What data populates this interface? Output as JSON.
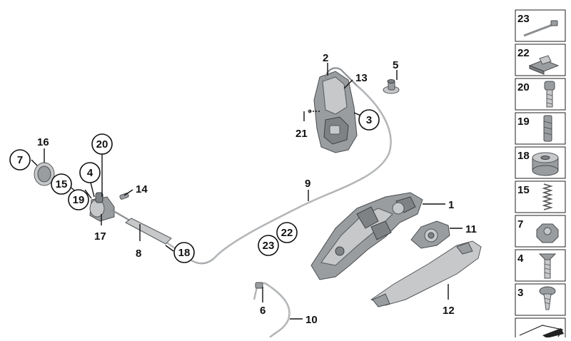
{
  "callouts": {
    "c1": "1",
    "c2": "2",
    "c3": "3",
    "c4": "4",
    "c5": "5",
    "c6": "6",
    "c7": "7",
    "c8": "8",
    "c9": "9",
    "c10": "10",
    "c11": "11",
    "c12": "12",
    "c13": "13",
    "c14": "14",
    "c15": "15",
    "c16": "16",
    "c17": "17",
    "c18": "18",
    "c19": "19",
    "c20": "20",
    "c21": "21",
    "c22": "22",
    "c23": "23"
  },
  "sidebar": {
    "items": [
      {
        "number": "23",
        "icon": "cable-tie-icon"
      },
      {
        "number": "22",
        "icon": "pad-icon"
      },
      {
        "number": "20",
        "icon": "allen-screw-icon"
      },
      {
        "number": "19",
        "icon": "grub-screw-icon"
      },
      {
        "number": "18",
        "icon": "bushing-icon"
      },
      {
        "number": "15",
        "icon": "spring-icon"
      },
      {
        "number": "7",
        "icon": "hex-nut-icon"
      },
      {
        "number": "4",
        "icon": "countersunk-screw-icon"
      },
      {
        "number": "3",
        "icon": "torx-screw-icon"
      },
      {
        "number": "",
        "icon": "gasket-icon"
      }
    ]
  }
}
